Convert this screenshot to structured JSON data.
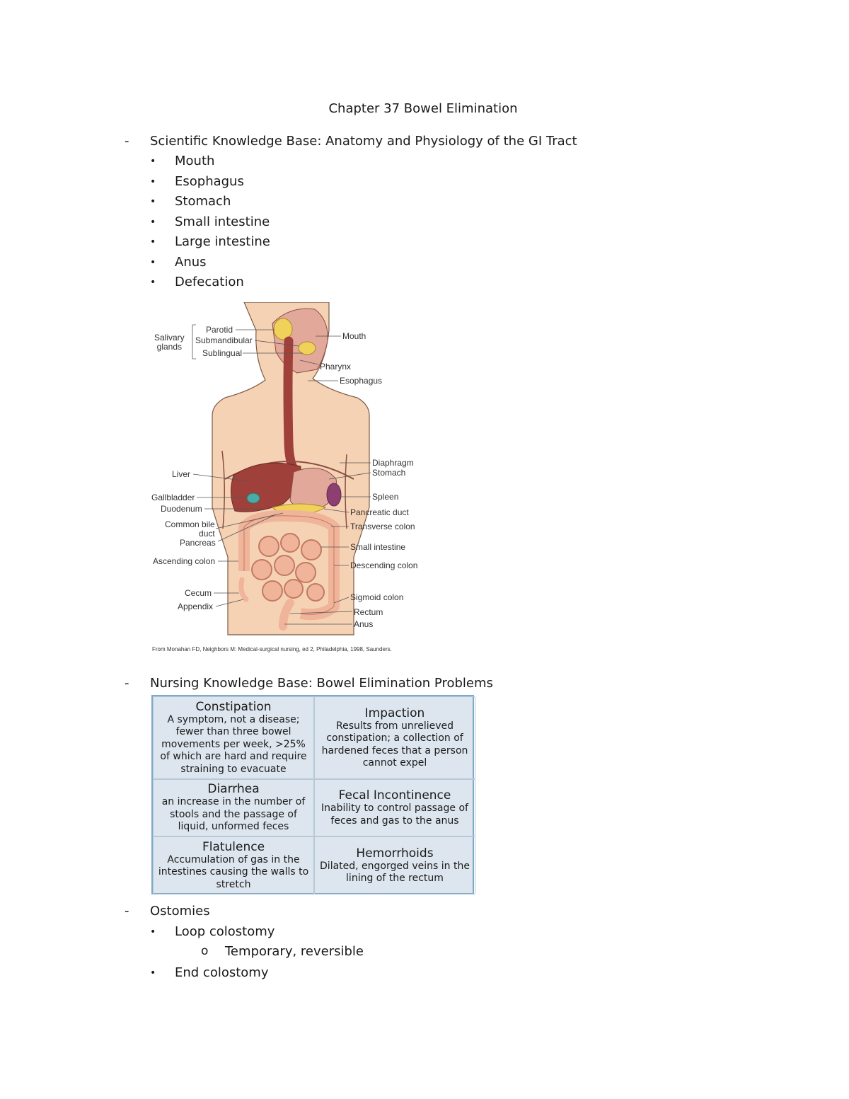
{
  "title": "Chapter 37 Bowel Elimination",
  "section1": {
    "heading": "Scientific Knowledge Base: Anatomy and Physiology of the GI Tract",
    "items": [
      "Mouth",
      "Esophagus",
      "Stomach",
      "Small intestine",
      "Large intestine",
      "Anus",
      "Defecation"
    ]
  },
  "figure": {
    "labels": {
      "salivary_glands": "Salivary\nglands",
      "parotid": "Parotid",
      "submandibular": "Submandibular",
      "sublingual": "Sublingual",
      "mouth": "Mouth",
      "pharynx": "Pharynx",
      "esophagus": "Esophagus",
      "diaphragm": "Diaphragm",
      "stomach": "Stomach",
      "liver": "Liver",
      "spleen": "Spleen",
      "gallbladder": "Gallbladder",
      "duodenum": "Duodenum",
      "pancreatic_duct": "Pancreatic duct",
      "common_bile_duct": "Common bile\nduct",
      "transverse_colon": "Transverse colon",
      "pancreas": "Pancreas",
      "small_intestine": "Small intestine",
      "ascending_colon": "Ascending colon",
      "descending_colon": "Descending colon",
      "cecum": "Cecum",
      "sigmoid_colon": "Sigmoid colon",
      "appendix": "Appendix",
      "rectum": "Rectum",
      "anus": "Anus"
    },
    "caption": "From Monahan FD, Neighbors M: Medical-surgical nursing, ed 2, Philadelphia, 1998, Saunders.",
    "colors": {
      "skin": "#f6d2b4",
      "organ_red": "#a0403a",
      "intestine": "#f0b49a",
      "gland": "#f0d25a",
      "gallbladder": "#4aaaa6"
    }
  },
  "section2": {
    "heading": "Nursing Knowledge Base: Bowel Elimination Problems",
    "table": [
      {
        "title": "Constipation",
        "body": "A symptom, not a disease; fewer than three bowel movements per week, >25% of which are hard and require straining to evacuate"
      },
      {
        "title": "Impaction",
        "body": "Results from unrelieved constipation; a collection of hardened feces that a person cannot expel"
      },
      {
        "title": "Diarrhea",
        "body": "an increase in the number of stools and the passage of liquid, unformed feces"
      },
      {
        "title": "Fecal Incontinence",
        "body": "Inability to control passage of feces and gas to the anus"
      },
      {
        "title": "Flatulence",
        "body": "Accumulation of gas in the intestines causing the walls to stretch"
      },
      {
        "title": "Hemorrhoids",
        "body": "Dilated, engorged veins in the lining of the rectum"
      }
    ]
  },
  "section3": {
    "heading": "Ostomies",
    "items": [
      {
        "label": "Loop colostomy",
        "sub": "Temporary, reversible"
      },
      {
        "label": "End colostomy"
      }
    ]
  },
  "markers": {
    "dash": "-",
    "bullet": "•",
    "sub_bullet": "o"
  }
}
